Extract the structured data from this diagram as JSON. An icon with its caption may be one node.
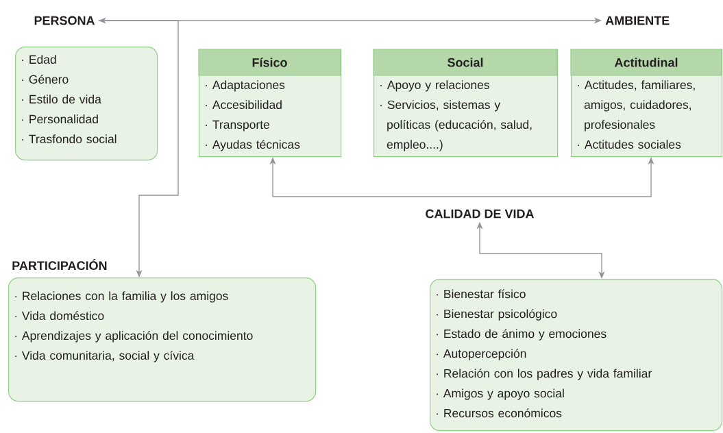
{
  "diagram": {
    "nodes": [
      {
        "text": [
          "PERSONA"
        ]
      },
      {
        "text": [
          "· Edad",
          "· Género",
          "· Estilo de vida",
          "· Personalidad",
          "· Trasfondo social"
        ]
      },
      {
        "text": [
          "AMBIENTE"
        ]
      },
      {
        "text": [
          "Físico",
          "· Adaptaciones",
          "· Accesibilidad",
          "· Transporte",
          "· Ayudas técnicas"
        ]
      },
      {
        "text": [
          "Social",
          "· Apoyo y relaciones",
          "· Servicios, sistemas y políticas (educación, salud, empleo....)"
        ]
      },
      {
        "text": [
          "Actitudinal",
          "· Actitudes, familiares, amigos, cuidadores, profesionales",
          "· Actitudes sociales"
        ]
      },
      {
        "text": [
          "PARTICIPACIÓN"
        ]
      },
      {
        "text": [
          "· Relaciones con la familia y los amigos",
          "· Vida doméstico",
          "· Aprendizajes y aplicación del conocimiento",
          "· Vida comunitaria, social y cívica"
        ]
      },
      {
        "text": [
          "CALIDAD DE VIDA"
        ]
      },
      {
        "text": [
          "· Bienestar físico",
          "· Bienestar psicológico",
          "· Estado de ánimo y emociones",
          "· Autopercepción",
          "· Relación con los padres y vida familiar",
          "· Amigos y apoyo social",
          "· Recursos económicos"
        ]
      }
    ],
    "edges": [
      {
        "from": 0,
        "to": 2,
        "arrow": "both"
      },
      {
        "from": 0,
        "to": 7,
        "arrow": "to"
      },
      {
        "from": 3,
        "to": 5,
        "arrow": "both"
      },
      {
        "from": 8,
        "to": 9,
        "arrow": "both"
      }
    ]
  }
}
